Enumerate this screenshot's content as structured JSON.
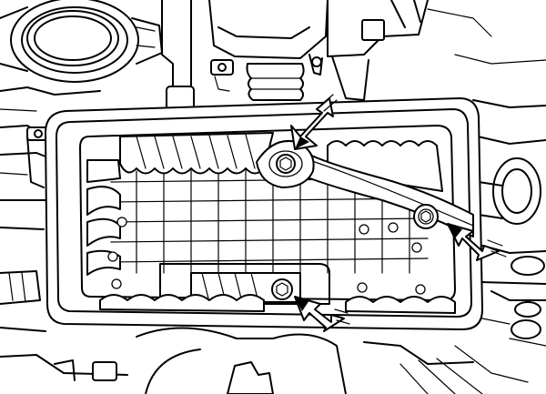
{
  "diagram": {
    "style": "black line-art technical illustration",
    "line_color": "#000000",
    "background_color": "#ffffff",
    "callouts": [
      {
        "target": "upper-center-bolt",
        "direction": "down-left"
      },
      {
        "target": "right-bolt",
        "direction": "left"
      },
      {
        "target": "lower-bolt",
        "direction": "left"
      }
    ]
  }
}
